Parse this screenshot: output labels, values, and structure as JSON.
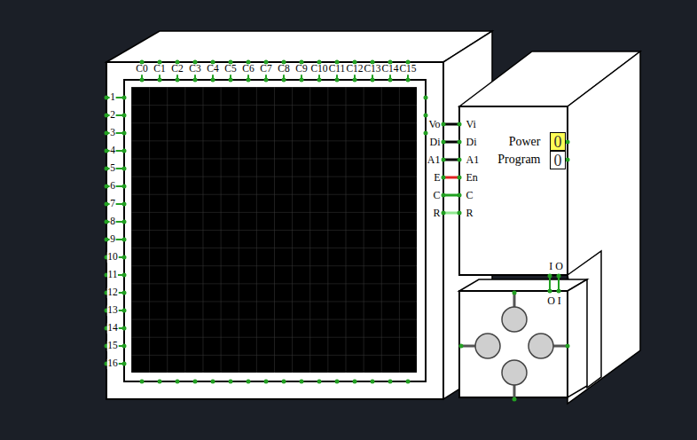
{
  "diagram": {
    "nodes": [
      {
        "text": [
          "C0",
          "C1",
          "C2",
          "C3",
          "C4",
          "C5",
          "C6",
          "C7",
          "C8",
          "C9",
          "C10",
          "C11",
          "C12",
          "C13",
          "C14",
          "C15",
          "1",
          "2",
          "3",
          "4",
          "5",
          "6",
          "7",
          "8",
          "9",
          "10",
          "11",
          "12",
          "13",
          "14",
          "15",
          "16",
          "Vo",
          "Di",
          "A1",
          "E",
          "C",
          "R"
        ]
      },
      {
        "text": [
          "Vi",
          "Di",
          "A1",
          "En",
          "C",
          "R",
          "Power",
          "Program"
        ]
      },
      {
        "text": [
          "0"
        ],
        "in": 1
      },
      {
        "text": [
          "0"
        ],
        "in": 1
      }
    ],
    "edges": [
      {
        "from": 0,
        "to": 1,
        "arrow": "none"
      },
      {
        "from": 0,
        "to": 1,
        "arrow": "none"
      },
      {
        "from": 0,
        "to": 1,
        "arrow": "none"
      },
      {
        "from": 0,
        "to": 1,
        "arrow": "none"
      },
      {
        "from": 0,
        "to": 1,
        "arrow": "none"
      },
      {
        "from": 0,
        "to": 1,
        "arrow": "none"
      }
    ],
    "labels": [
      "I O",
      "O I"
    ]
  }
}
